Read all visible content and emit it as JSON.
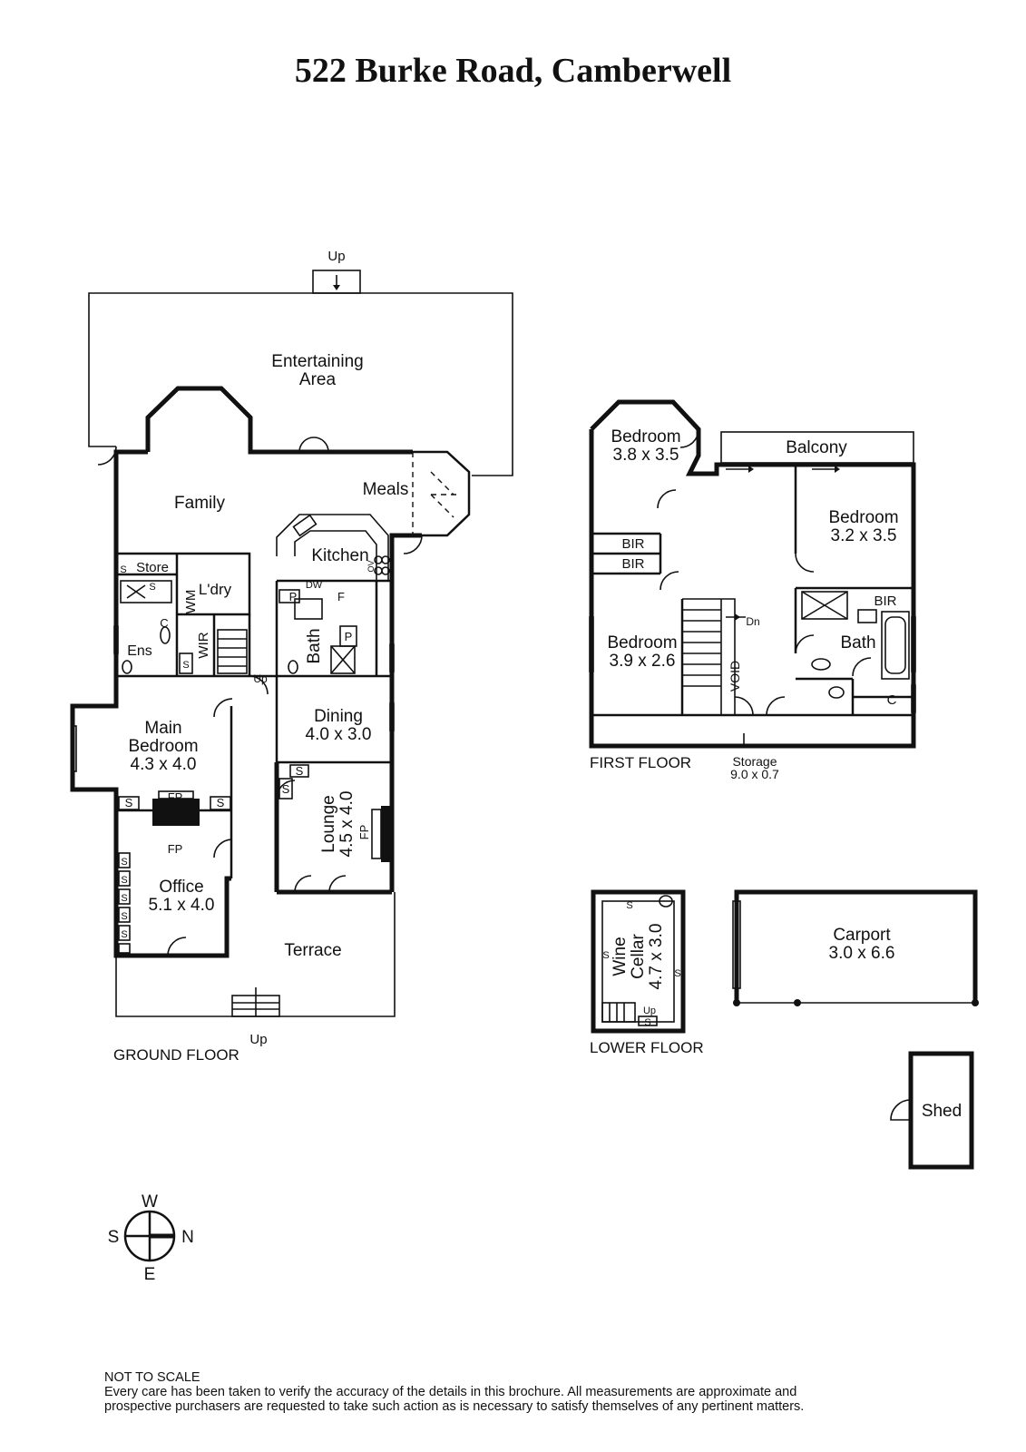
{
  "title": "522 Burke Road, Camberwell",
  "floors": {
    "ground": "GROUND FLOOR",
    "first": "FIRST FLOOR",
    "lower": "LOWER FLOOR"
  },
  "rooms": {
    "entertaining": [
      "Entertaining",
      "Area"
    ],
    "family": "Family",
    "meals": "Meals",
    "kitchen": "Kitchen",
    "store": "Store",
    "laundry": "L'dry",
    "wm": "WM",
    "ens": "Ens",
    "wir": "WIR",
    "bath_ground": "Bath",
    "dining": [
      "Dining",
      "4.0 x 3.0"
    ],
    "main_bedroom": [
      "Main",
      "Bedroom",
      "4.3 x 4.0"
    ],
    "lounge": [
      "Lounge",
      "4.5 x 4.0"
    ],
    "office": [
      "Office",
      "5.1 x 4.0"
    ],
    "terrace": "Terrace",
    "bedroom1": [
      "Bedroom",
      "3.8 x 3.5"
    ],
    "balcony": "Balcony",
    "bedroom2": [
      "Bedroom",
      "3.2 x 3.5"
    ],
    "bedroom3": [
      "Bedroom",
      "3.9 x 2.6"
    ],
    "bath_first": "Bath",
    "void": "VOID",
    "storage": [
      "Storage",
      "9.0 x 0.7"
    ],
    "wine_cellar": [
      "Wine",
      "Cellar",
      "4.7 x 3.0"
    ],
    "carport": [
      "Carport",
      "3.0 x 6.6"
    ],
    "shed": "Shed"
  },
  "fixtures": {
    "up": "Up",
    "dn": "Dn",
    "bir": "BIR",
    "s": "S",
    "fp": "FP",
    "p": "P",
    "f": "F",
    "dw": "DW",
    "c": "C",
    "ov": "OV"
  },
  "compass": {
    "w": "W",
    "s": "S",
    "n": "N",
    "e": "E"
  },
  "footer": {
    "not_to_scale": "NOT TO SCALE",
    "disclaimer1": "Every care has been taken to verify the accuracy of the details in this brochure. All measurements are approximate and",
    "disclaimer2": "prospective purchasers are requested to take such action as is necessary to satisfy themselves of any pertinent matters."
  }
}
